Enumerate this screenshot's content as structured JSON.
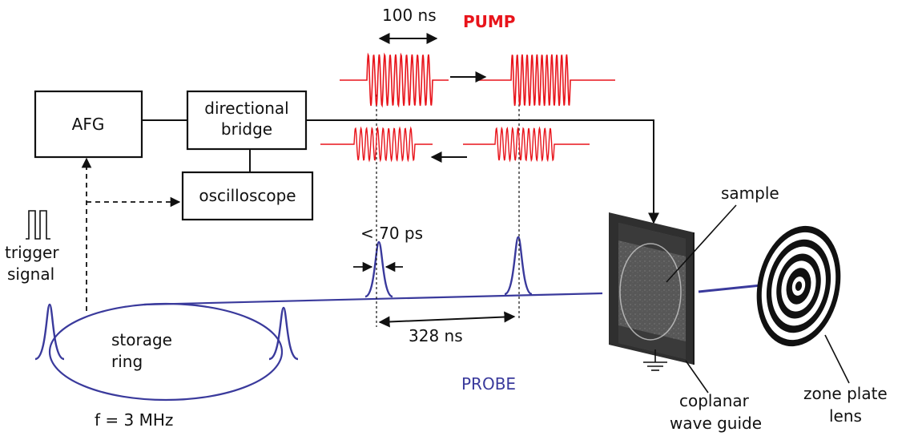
{
  "blocks": {
    "afg": "AFG",
    "bridge_line1": "directional",
    "bridge_line2": "bridge",
    "oscilloscope": "oscilloscope"
  },
  "labels": {
    "pulse_width": "100 ns",
    "pump": "PUMP",
    "probe": "PROBE",
    "probe_width": "< 70 ps",
    "period": "328 ns",
    "trigger_line1": "trigger",
    "trigger_line2": "signal",
    "storage_line1": "storage",
    "storage_line2": "ring",
    "frequency": "f = 3 MHz",
    "sample": "sample",
    "waveguide_line1": "coplanar",
    "waveguide_line2": "wave guide",
    "zoneplate_line1": "zone plate",
    "zoneplate_line2": "lens"
  },
  "colors": {
    "pump": "#e8141b",
    "probe": "#3a3a9c",
    "lines": "#111111"
  }
}
